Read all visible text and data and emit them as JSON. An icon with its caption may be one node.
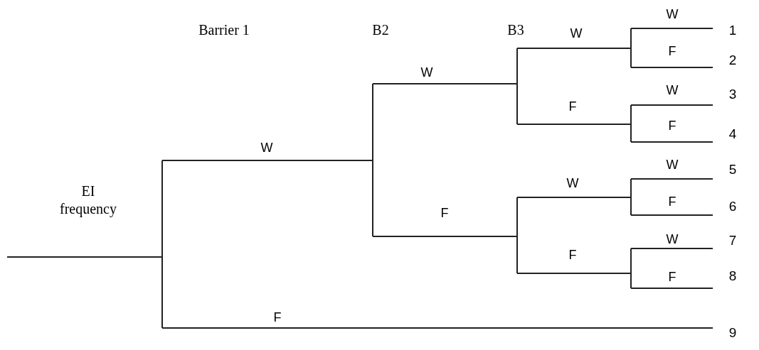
{
  "diagram": {
    "labels": [
      "Barrier 1",
      "B2",
      "B3",
      "W",
      "W",
      "1",
      "F",
      "2",
      "W",
      "W",
      "3",
      "F",
      "F",
      "4",
      "W",
      "W",
      "5",
      "W",
      "EI frequency",
      "F",
      "6",
      "F",
      "W",
      "7",
      "F",
      "F",
      "8",
      "F",
      "9"
    ]
  }
}
